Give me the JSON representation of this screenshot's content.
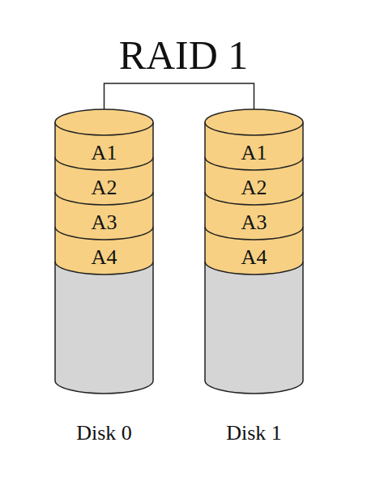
{
  "diagram": {
    "title": "RAID 1",
    "nodes": [
      {
        "text": [
          "Disk 0"
        ]
      },
      {
        "text": [
          "A1"
        ],
        "in": 0
      },
      {
        "text": [
          "A2"
        ],
        "in": 0
      },
      {
        "text": [
          "A3"
        ],
        "in": 0
      },
      {
        "text": [
          "A4"
        ],
        "in": 0
      },
      {
        "text": [
          "Disk 1"
        ]
      },
      {
        "text": [
          "A1"
        ],
        "in": 5
      },
      {
        "text": [
          "A2"
        ],
        "in": 5
      },
      {
        "text": [
          "A3"
        ],
        "in": 5
      },
      {
        "text": [
          "A4"
        ],
        "in": 5
      }
    ],
    "edges": [
      {
        "from": 0,
        "to": 5,
        "arrow": "none"
      }
    ]
  }
}
